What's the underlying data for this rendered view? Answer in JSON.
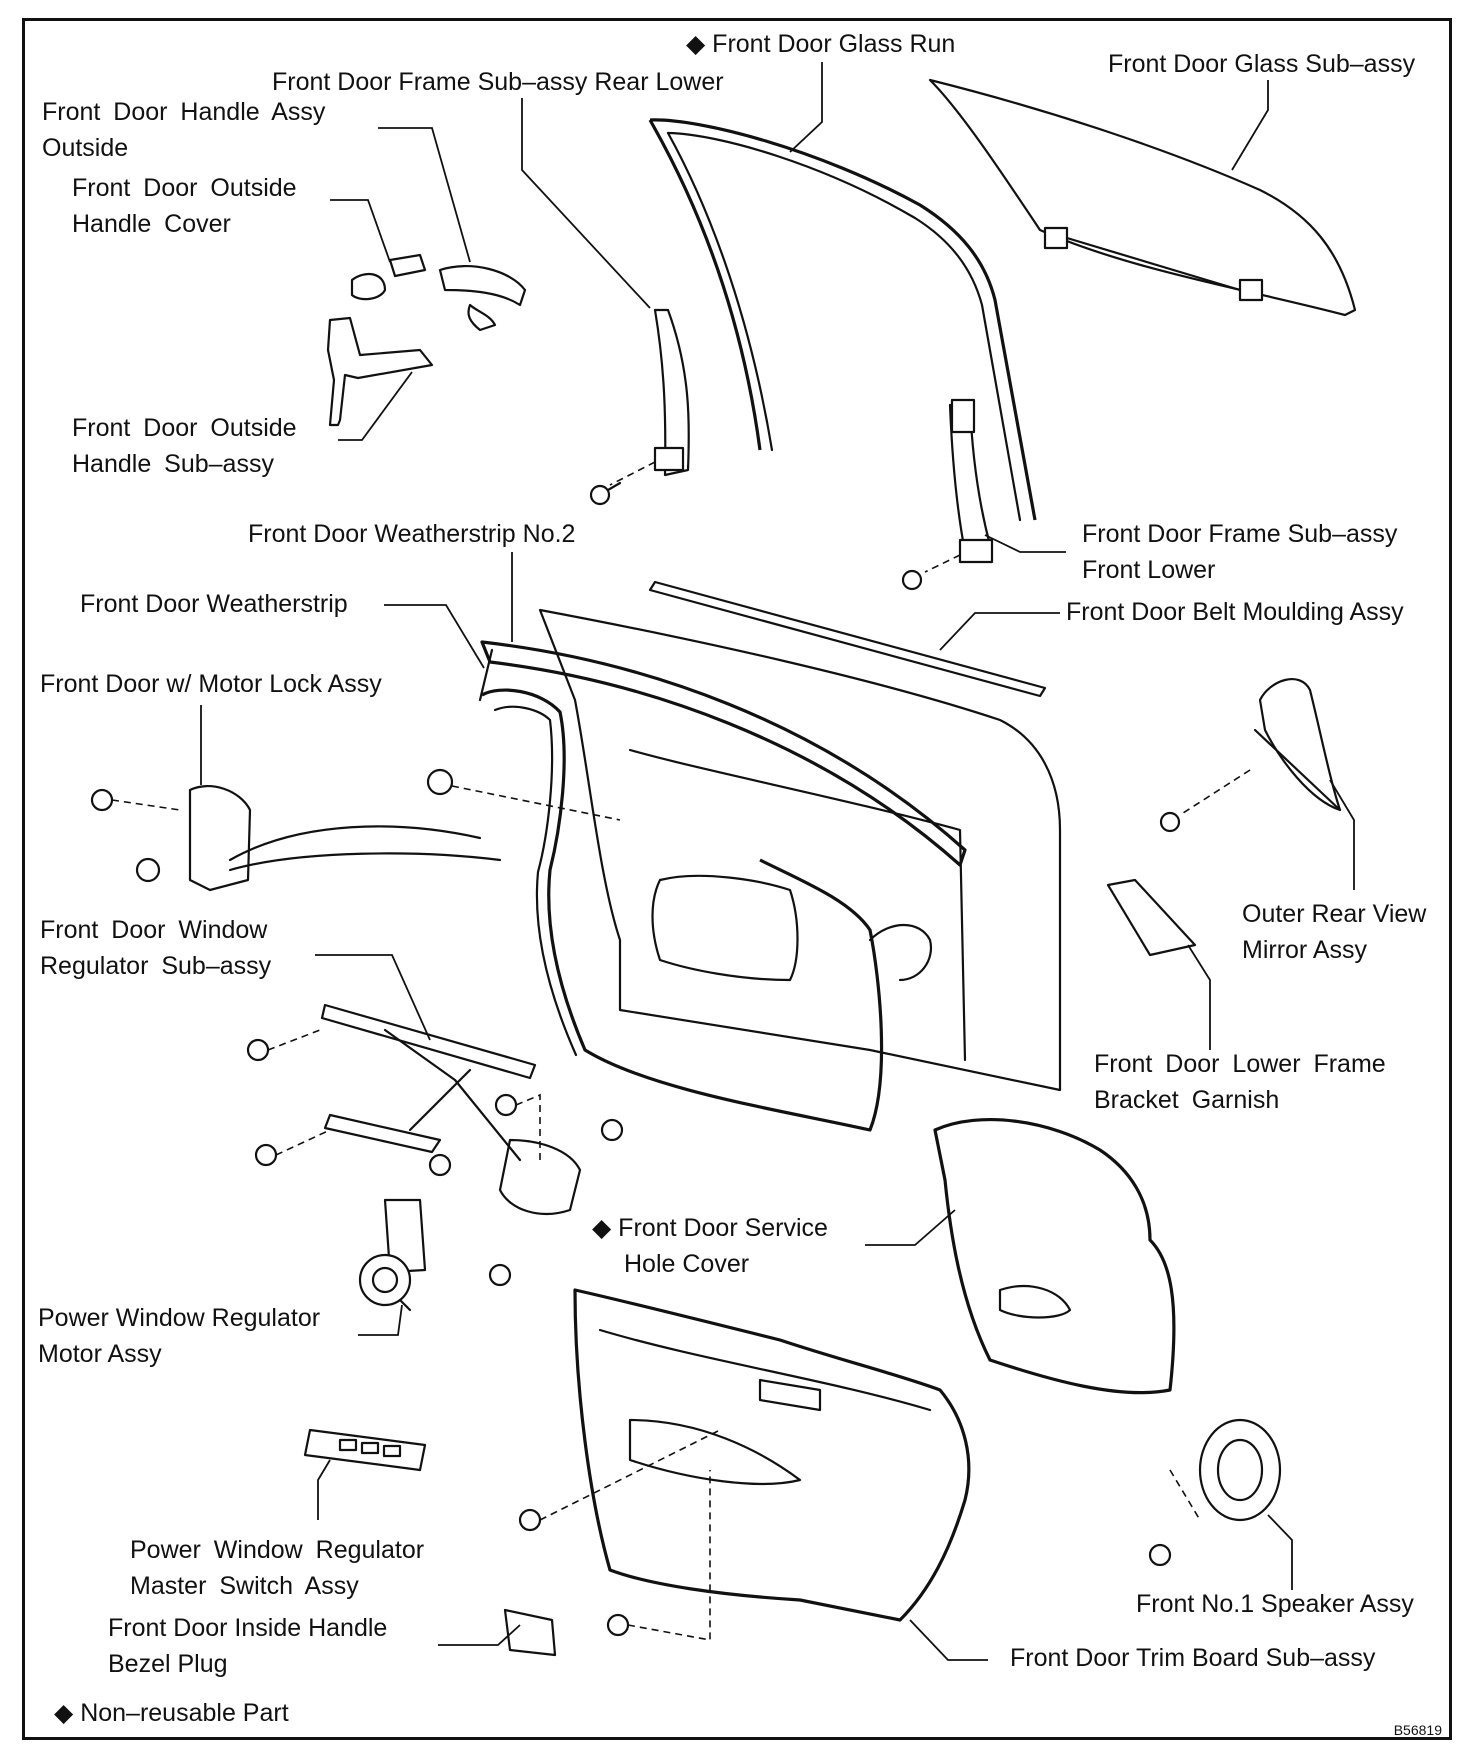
{
  "diagram_code": "B56819",
  "legend": {
    "marker": "◆",
    "text": "Non–reusable Part"
  },
  "labels": {
    "glass_run": [
      "◆ Front Door Glass Run"
    ],
    "glass_sub_assy": [
      "Front Door Glass Sub–assy"
    ],
    "frame_rear_lower": [
      "Front Door Frame Sub–assy Rear Lower"
    ],
    "handle_assy_outside": [
      "Front Door Handle Assy",
      "Outside"
    ],
    "outside_handle_cover": [
      "Front Door Outside",
      "Handle Cover"
    ],
    "outside_handle_sub_assy": [
      "Front Door Outside",
      "Handle Sub–assy"
    ],
    "weatherstrip_no2": [
      "Front Door Weatherstrip No.2"
    ],
    "frame_front_lower": [
      "Front Door Frame Sub–assy",
      "Front Lower"
    ],
    "weatherstrip": [
      "Front Door Weatherstrip"
    ],
    "belt_moulding": [
      "Front Door Belt Moulding Assy"
    ],
    "motor_lock": [
      "Front Door w/ Motor Lock Assy"
    ],
    "rear_view_mirror": [
      "Outer Rear View",
      "Mirror Assy"
    ],
    "window_regulator": [
      "Front Door Window",
      "Regulator Sub–assy"
    ],
    "lower_frame_garnish": [
      "Front Door Lower Frame",
      "Bracket Garnish"
    ],
    "service_hole_cover": [
      "◆ Front Door Service",
      "Hole Cover"
    ],
    "regulator_motor": [
      "Power Window Regulator",
      "Motor Assy"
    ],
    "master_switch": [
      "Power Window Regulator",
      "Master Switch Assy"
    ],
    "speaker": [
      "Front No.1 Speaker Assy"
    ],
    "inside_handle_bezel": [
      "Front Door Inside Handle",
      "Bezel Plug"
    ],
    "trim_board": [
      "Front Door Trim Board Sub–assy"
    ]
  }
}
